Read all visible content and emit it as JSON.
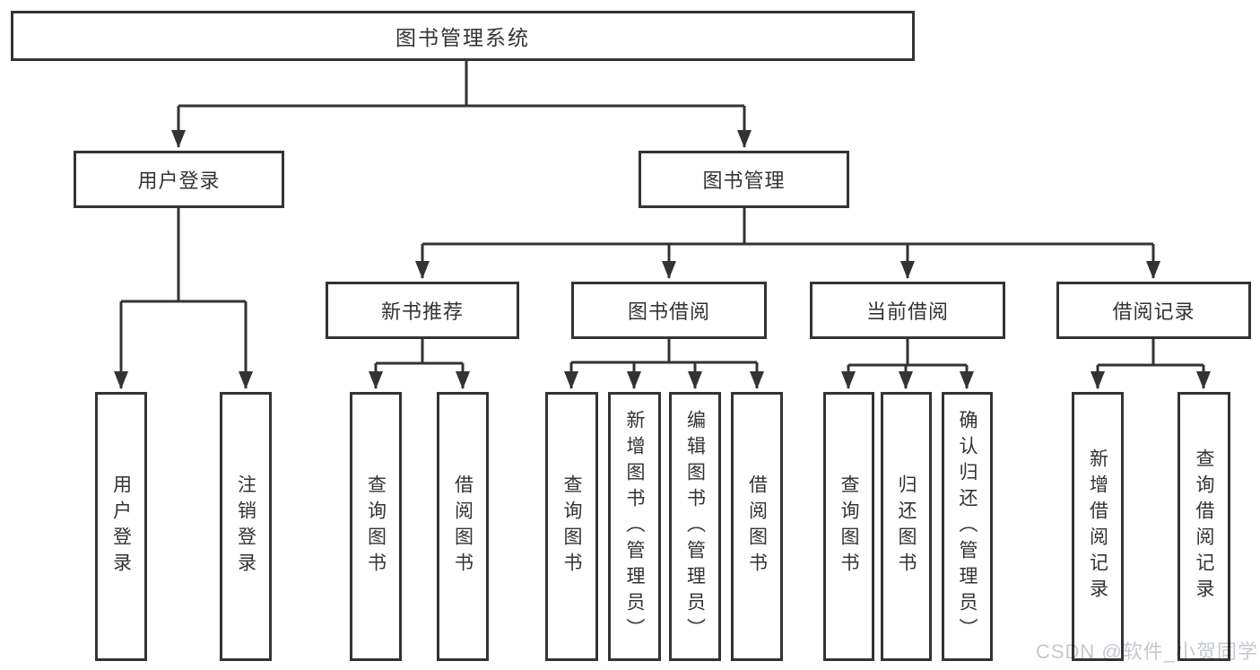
{
  "diagram": {
    "root": {
      "label": "图书管理系统"
    },
    "level2": {
      "user_login": {
        "label": "用户登录"
      },
      "book_management": {
        "label": "图书管理"
      }
    },
    "level3": {
      "new_book_recommend": {
        "label": "新书推荐"
      },
      "book_borrow": {
        "label": "图书借阅"
      },
      "current_borrow": {
        "label": "当前借阅"
      },
      "borrow_record": {
        "label": "借阅记录"
      }
    },
    "leaves": {
      "user_login": [
        "用户登录",
        "注销登录"
      ],
      "new_book_recommend": [
        "查询图书",
        "借阅图书"
      ],
      "book_borrow": [
        "查询图书",
        "新增图书（管理员）",
        "编辑图书（管理员）",
        "借阅图书"
      ],
      "current_borrow": [
        "查询图书",
        "归还图书",
        "确认归还（管理员）"
      ],
      "borrow_record": [
        "新增借阅记录",
        "查询借阅记录"
      ]
    }
  },
  "watermark": {
    "label": "CSDN @软件_小贺同学",
    "color": "#c5c9ce"
  },
  "colors": {
    "line": "#333333",
    "text": "#333333",
    "background": "#ffffff"
  }
}
